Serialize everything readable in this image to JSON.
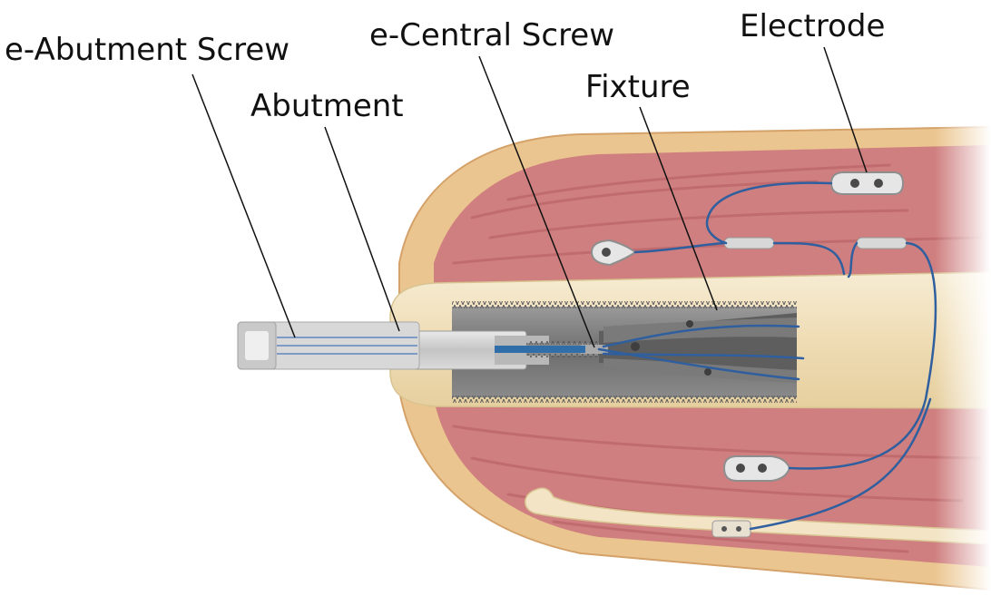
{
  "labels": {
    "abutment_screw": "e-Abutment Screw",
    "central_screw": "e-Central Screw",
    "electrode": "Electrode",
    "fixture": "Fixture",
    "abutment": "Abutment"
  },
  "colors": {
    "skin": "#ebc58f",
    "skin_edge": "#d4a269",
    "muscle": "#cf7f7f",
    "muscle_dark": "#b45e62",
    "bone": "#f2e4c4",
    "implant": "#8b8b8b",
    "wire": "#2f5f9e"
  }
}
